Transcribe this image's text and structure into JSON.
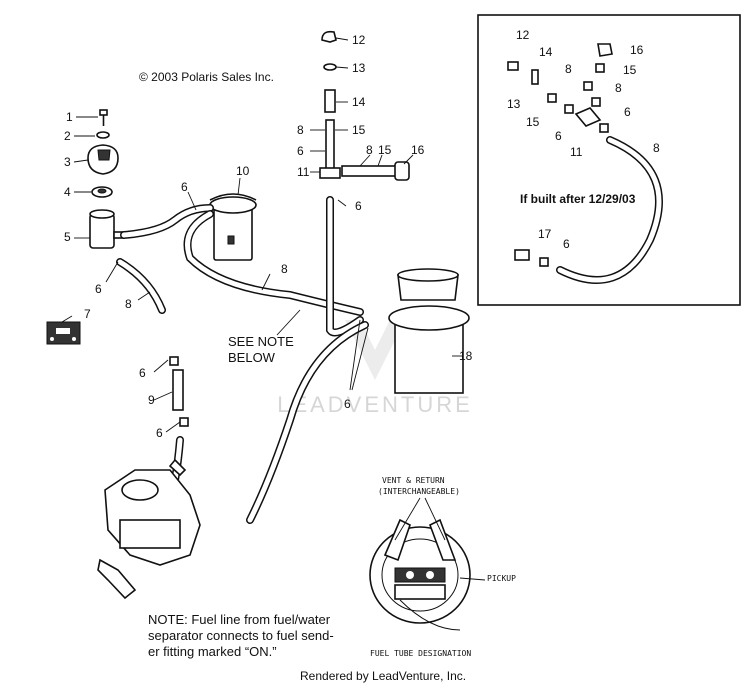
{
  "copyright": "© 2003 Polaris Sales Inc.",
  "see_note": [
    "SEE NOTE",
    "BELOW"
  ],
  "note": [
    "NOTE:  Fuel line from fuel/water",
    "separator connects to fuel send-",
    "er fitting marked “ON.”"
  ],
  "inset_caption": "If built after 12/29/03",
  "vent_label": [
    "VENT & RETURN",
    "(INTERCHANGEABLE)"
  ],
  "pickup_label": "PICKUP",
  "fuel_tube_label": "FUEL TUBE DESIGNATION",
  "watermark": "LEADVENTURE",
  "footer": "Rendered by LeadVenture, Inc.",
  "callouts": {
    "c1": "1",
    "c2": "2",
    "c3": "3",
    "c4": "4",
    "c5": "5",
    "c6a": "6",
    "c6b": "6",
    "c6c": "6",
    "c6d": "6",
    "c6e": "6",
    "c6f": "6",
    "c6g": "6",
    "c7": "7",
    "c8a": "8",
    "c8b": "8",
    "c8c": "8",
    "c8d": "8",
    "c9": "9",
    "c10": "10",
    "c11": "11",
    "c12": "12",
    "c13": "13",
    "c14": "14",
    "c15a": "15",
    "c15b": "15",
    "c16": "16",
    "c18": "18",
    "i12": "12",
    "i14": "14",
    "i8a": "8",
    "i16": "16",
    "i15a": "15",
    "i13": "13",
    "i8b": "8",
    "i15b": "15",
    "i6a": "6",
    "i6b": "6",
    "i11": "11",
    "i8c": "8",
    "i17": "17",
    "i6c": "6"
  }
}
